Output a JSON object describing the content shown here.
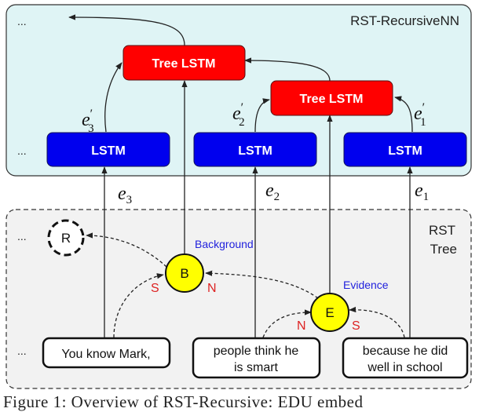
{
  "top_panel": {
    "title": "RST-RecursiveNN",
    "ellipsis": "..."
  },
  "bottom_panel": {
    "title_line1": "RST",
    "title_line2": "Tree",
    "ellipsis": "..."
  },
  "tree_lstm": {
    "top": "Tree LSTM",
    "mid": "Tree LSTM"
  },
  "lstm": {
    "left": "LSTM",
    "center": "LSTM",
    "right": "LSTM"
  },
  "labels": {
    "e3p": {
      "base": "e",
      "prime": "′",
      "sub": "3"
    },
    "e2p": {
      "base": "e",
      "prime": "′",
      "sub": "2"
    },
    "e1p": {
      "base": "e",
      "prime": "′",
      "sub": "1"
    },
    "e3": {
      "base": "e",
      "sub": "3"
    },
    "e2": {
      "base": "e",
      "sub": "2"
    },
    "e1": {
      "base": "e",
      "sub": "1"
    }
  },
  "nodes": {
    "root": "R",
    "b": "B",
    "e": "E",
    "b_relation": "Background",
    "e_relation": "Evidence",
    "b_left": "S",
    "b_right": "N",
    "e_left": "N",
    "e_right": "S"
  },
  "edus": {
    "edu1": "You know Mark,",
    "edu2_line1": "people think he",
    "edu2_line2": "is smart",
    "edu3_line1": "because he did",
    "edu3_line2": "well in school"
  },
  "caption": "Figure 1: Overview of RST-Recursive: EDU embed",
  "colors": {
    "top_panel_fill": "#dff4f5",
    "bottom_panel_fill": "#f2f2f2",
    "tree_lstm_fill": "#ff0000",
    "lstm_fill": "#0000ee",
    "node_fill": "#ffff00",
    "relation_text": "#2222dd",
    "nuclearity_text": "#dd2222"
  }
}
